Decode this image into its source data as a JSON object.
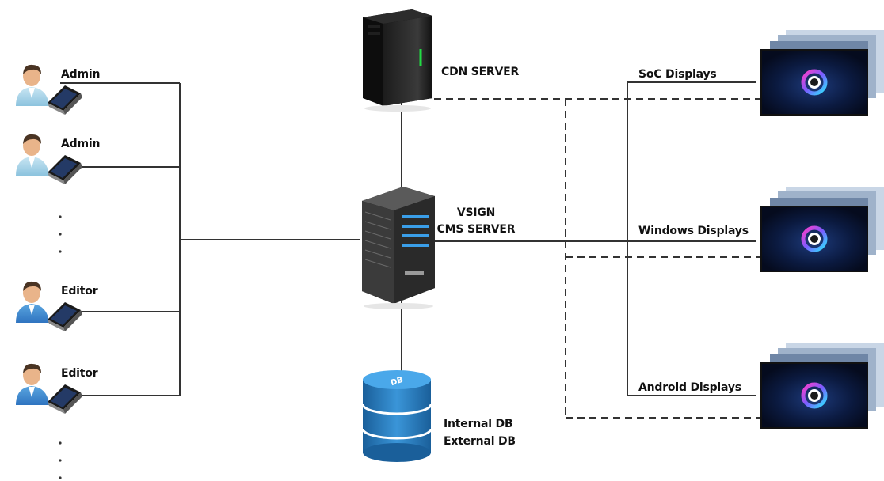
{
  "users": [
    {
      "label": "Admin",
      "role": "admin"
    },
    {
      "label": "Admin",
      "role": "admin"
    },
    {
      "label": "Editor",
      "role": "editor"
    },
    {
      "label": "Editor",
      "role": "editor"
    }
  ],
  "servers": {
    "cdn": {
      "label": "CDN SERVER",
      "icon": "cdn-server-icon"
    },
    "cms": {
      "label_line1": "VSIGN",
      "label_line2": "CMS SERVER",
      "icon": "cms-server-icon"
    }
  },
  "database": {
    "icon_text": "DB",
    "label_line1": "Internal DB",
    "label_line2": "External DB",
    "color": "#2a7fc0"
  },
  "displays": [
    {
      "label": "SoC Displays"
    },
    {
      "label": "Windows Displays"
    },
    {
      "label": "Android Displays"
    }
  ],
  "colors": {
    "connector": "#333333",
    "screen": "#0a1530",
    "cms_led": "#3a9ee8",
    "cdn_led": "#22dd44"
  }
}
